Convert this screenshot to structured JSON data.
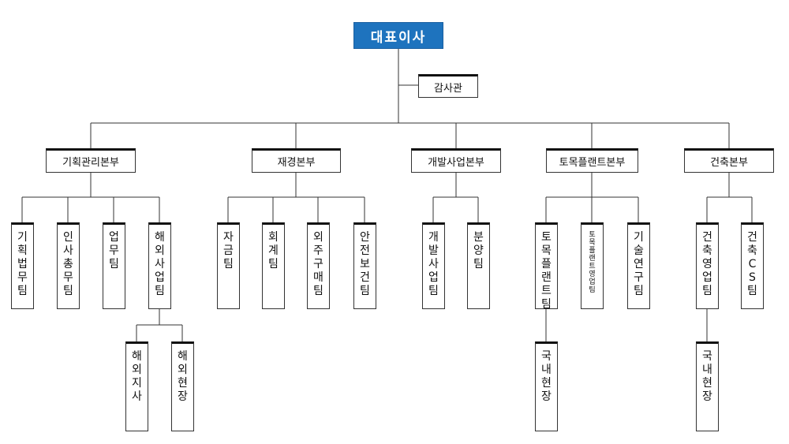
{
  "ceo": "대표이사",
  "auditor": "감사관",
  "divisions": [
    {
      "name": "기획관리본부",
      "teams": [
        "기획법무팀",
        "인사총무팀",
        "업무팀",
        "해외사업팀"
      ]
    },
    {
      "name": "재경본부",
      "teams": [
        "자금팀",
        "회계팀",
        "외주구매팀",
        "안전보건팀"
      ]
    },
    {
      "name": "개발사업본부",
      "teams": [
        "개발사업팀",
        "분양팀"
      ]
    },
    {
      "name": "토목플랜트본부",
      "teams": [
        "토목플랜트팀",
        "토목플랜트영업팀",
        "기술연구팀"
      ]
    },
    {
      "name": "건축본부",
      "teams": [
        "건축영업팀",
        "건축CS팀"
      ]
    }
  ],
  "subteams": {
    "해외사업팀": [
      "해외지사",
      "해외현장"
    ],
    "토목플랜트팀": [
      "국내현장"
    ],
    "건축영업팀": [
      "국내현장"
    ]
  }
}
